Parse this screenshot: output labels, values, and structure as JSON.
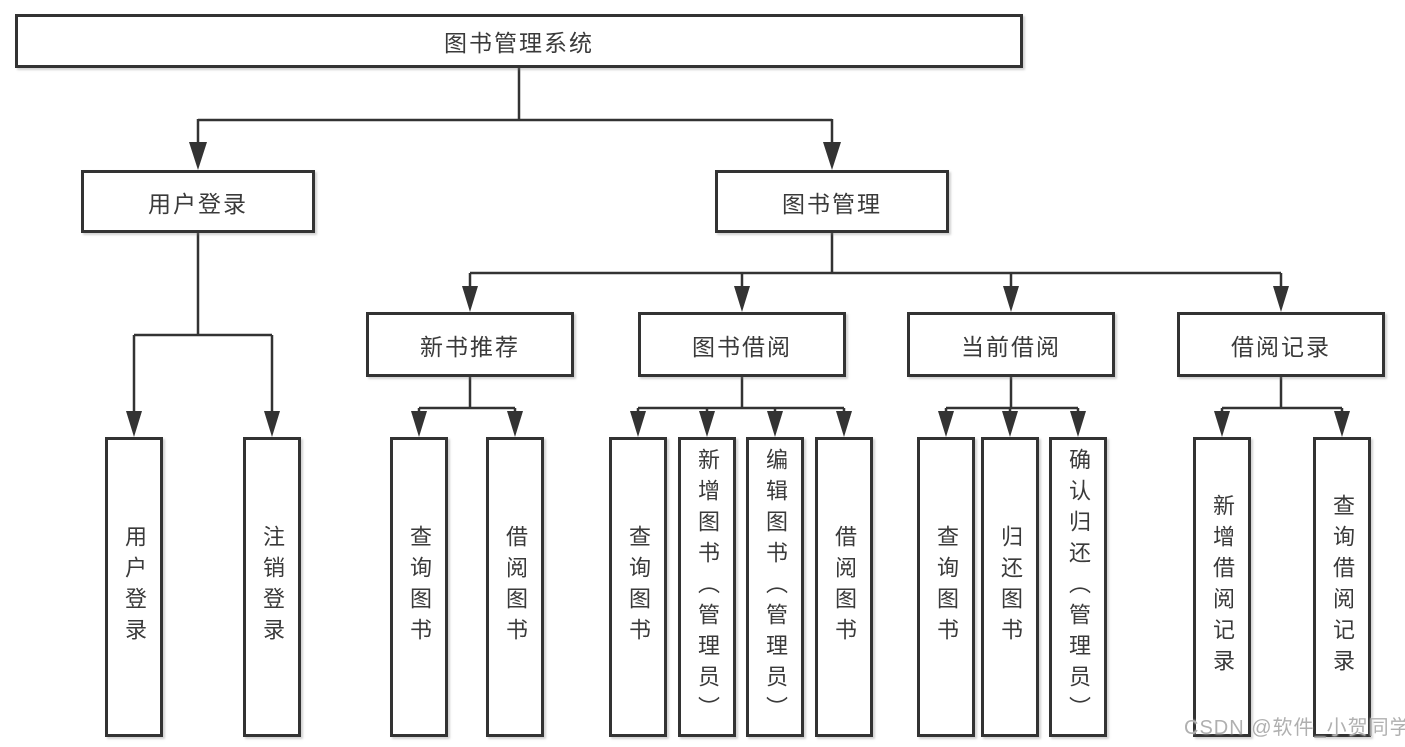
{
  "colors": {
    "line": "#333333",
    "box_border": "#333333",
    "text": "#3a3a3a",
    "watermark_text": "#b0b0b0",
    "background": "#ffffff"
  },
  "watermark": {
    "text": "CSDN @软件_小贺同学"
  },
  "tree": {
    "root": {
      "label": "图书管理系统"
    },
    "branches": [
      {
        "label": "用户登录",
        "leaves": [
          "用户登录",
          "注销登录"
        ]
      },
      {
        "label": "图书管理",
        "sections": [
          {
            "label": "新书推荐",
            "leaves": [
              "查询图书",
              "借阅图书"
            ]
          },
          {
            "label": "图书借阅",
            "leaves": [
              "查询图书",
              "新增图书（管理员）",
              "编辑图书（管理员）",
              "借阅图书"
            ]
          },
          {
            "label": "当前借阅",
            "leaves": [
              "查询图书",
              "归还图书",
              "确认归还（管理员）"
            ]
          },
          {
            "label": "借阅记录",
            "leaves": [
              "新增借阅记录",
              "查询借阅记录"
            ]
          }
        ]
      }
    ]
  }
}
